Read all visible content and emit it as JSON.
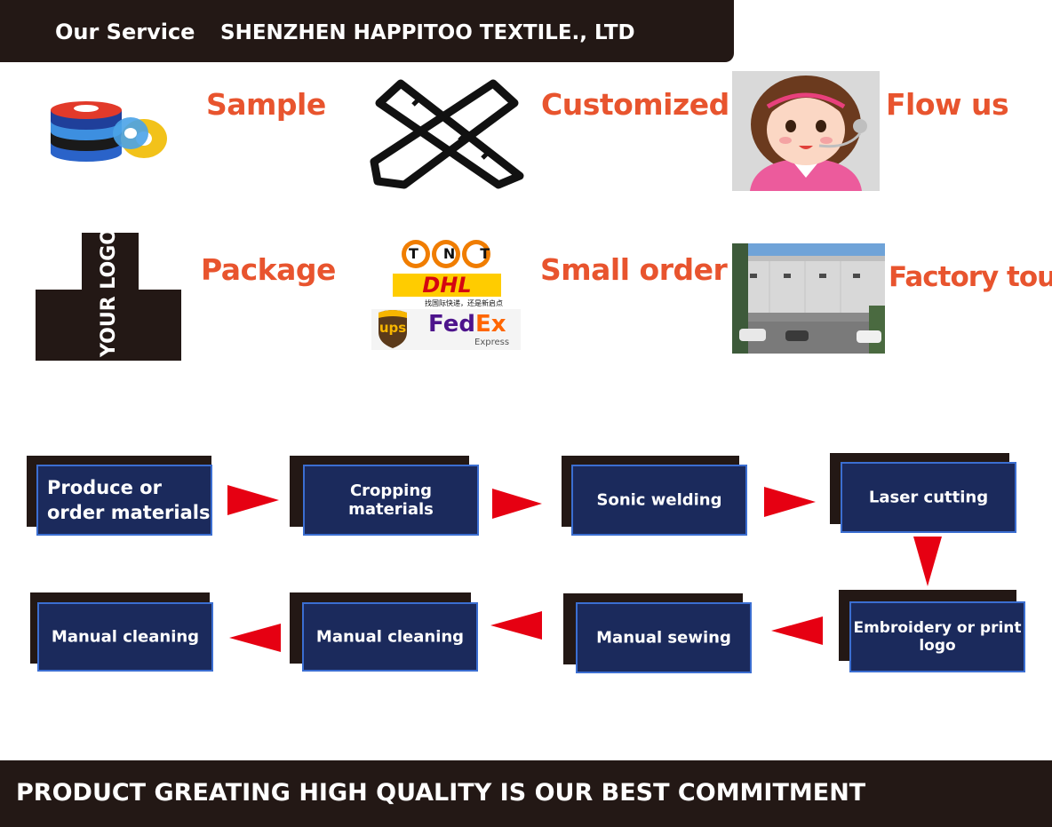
{
  "header": {
    "label": "Our Service",
    "company": "SHENZHEN HAPPITOO TEXTILE., LTD"
  },
  "services": [
    {
      "label": "Sample",
      "icon": "velcro-rolls-icon"
    },
    {
      "label": "Customized",
      "icon": "ruler-pencil-icon"
    },
    {
      "label": "Flow us",
      "icon": "support-agent-icon"
    },
    {
      "label": "Package",
      "icon": "logo-tag-icon"
    },
    {
      "label": "Small order",
      "icon": "courier-logos-icon"
    },
    {
      "label": "Factory tour",
      "icon": "factory-building-icon"
    }
  ],
  "package_logo_text": "YOUR LOGO",
  "couriers": {
    "tnt": "TNT",
    "dhl": "DHL",
    "dhl_cn": "找国际快递，还是新启点",
    "ups": "ups",
    "fedex_fed": "Fed",
    "fedex_ex": "Ex",
    "fedex_sub": "Express"
  },
  "process": {
    "row1": [
      "Produce or order materials",
      "Cropping materials",
      "Sonic welding",
      "Laser cutting"
    ],
    "row2": [
      "Embroidery or print logo",
      "Manual sewing",
      "Manual cleaning",
      "Manual cleaning"
    ]
  },
  "colors": {
    "accent_orange": "#e8542e",
    "arrow_red": "#e60012",
    "step_navy": "#1b2a5c",
    "dark": "#231815"
  },
  "footer": {
    "slogan": "PRODUCT GREATING HIGH QUALITY IS OUR BEST COMMITMENT"
  }
}
